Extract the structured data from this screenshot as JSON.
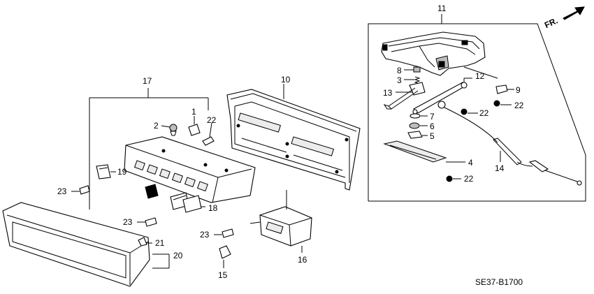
{
  "diagram": {
    "direction_label": "FR.",
    "code": "SE37-B1700",
    "callouts": {
      "c1": "1",
      "c2": "2",
      "c3": "3",
      "c4": "4",
      "c5": "5",
      "c6": "6",
      "c7": "7",
      "c8": "8",
      "c9": "9",
      "c10": "10",
      "c11": "11",
      "c12": "12",
      "c13": "13",
      "c14": "14",
      "c15": "15",
      "c16": "16",
      "c17": "17",
      "c18": "18",
      "c19": "19",
      "c20": "20",
      "c21": "21",
      "c22a": "22",
      "c22b": "22",
      "c22c": "22",
      "c22d": "22",
      "c23a": "23",
      "c23b": "23",
      "c23c": "23"
    }
  }
}
